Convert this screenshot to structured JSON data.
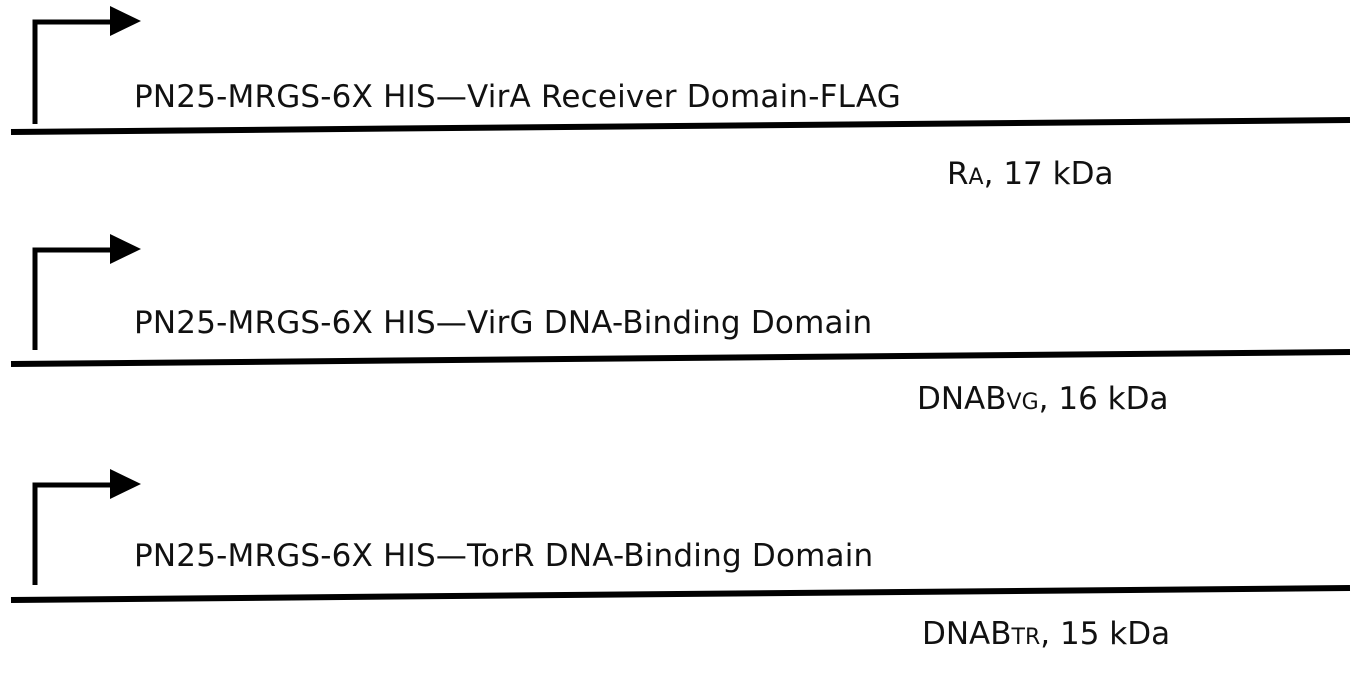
{
  "constructs": [
    {
      "label": "PN25-MRGS-6X HIS—VirA Receiver Domain-FLAG",
      "product": {
        "main": "R",
        "sub": "A",
        "rest": ", 17 kDa"
      }
    },
    {
      "label": "PN25-MRGS-6X HIS—VirG DNA-Binding Domain",
      "product": {
        "main": "DNAB",
        "sub": "VG",
        "rest": ", 16 kDa"
      }
    },
    {
      "label": "PN25-MRGS-6X HIS—TorR DNA-Binding Domain",
      "product": {
        "main": "DNAB",
        "sub": "TR",
        "rest": ", 15 kDa"
      }
    }
  ]
}
